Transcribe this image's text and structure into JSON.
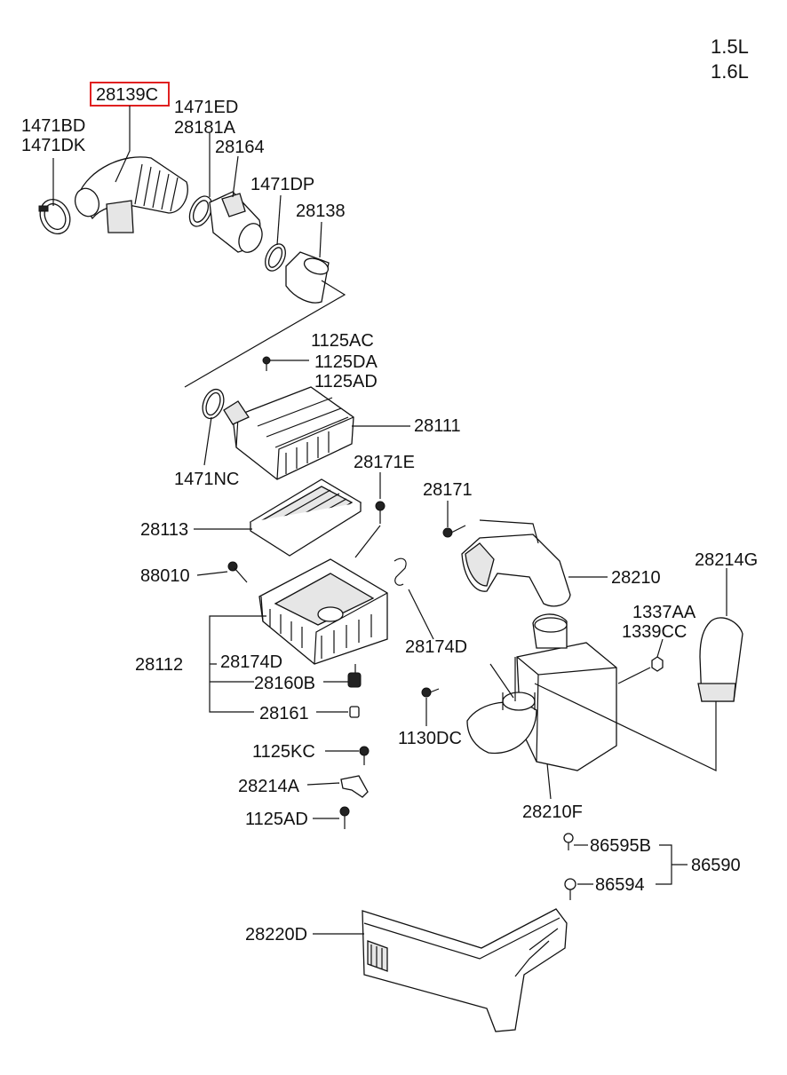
{
  "engine_versions": [
    "1.5L",
    "1.6L"
  ],
  "highlighted_part": "28139C",
  "colors": {
    "highlight": "#e02020",
    "line": "#111111",
    "background": "#ffffff"
  },
  "parts": {
    "p28139C": "28139C",
    "p1471BD": "1471BD",
    "p1471DK": "1471DK",
    "p1471ED": "1471ED",
    "p28181A": "28181A",
    "p28164": "28164",
    "p1471DP": "1471DP",
    "p28138": "28138",
    "p1125AC": "1125AC",
    "p1125DA": "1125DA",
    "p1125AD_top": "1125AD",
    "p28111": "28111",
    "p1471NC": "1471NC",
    "p28171E": "28171E",
    "p28171": "28171",
    "p28113": "28113",
    "p28210": "28210",
    "p28214G": "28214G",
    "p88010": "88010",
    "p1337AA": "1337AA",
    "p1339CC": "1339CC",
    "p28174D_right": "28174D",
    "p28112": "28112",
    "p28174D_left": "28174D",
    "p28160B": "28160B",
    "p28161": "28161",
    "p1130DC": "1130DC",
    "p1125KC": "1125KC",
    "p28214A": "28214A",
    "p28210F": "28210F",
    "p1125AD_bottom": "1125AD",
    "p86595B": "86595B",
    "p86590": "86590",
    "p86594": "86594",
    "p28220D": "28220D"
  }
}
